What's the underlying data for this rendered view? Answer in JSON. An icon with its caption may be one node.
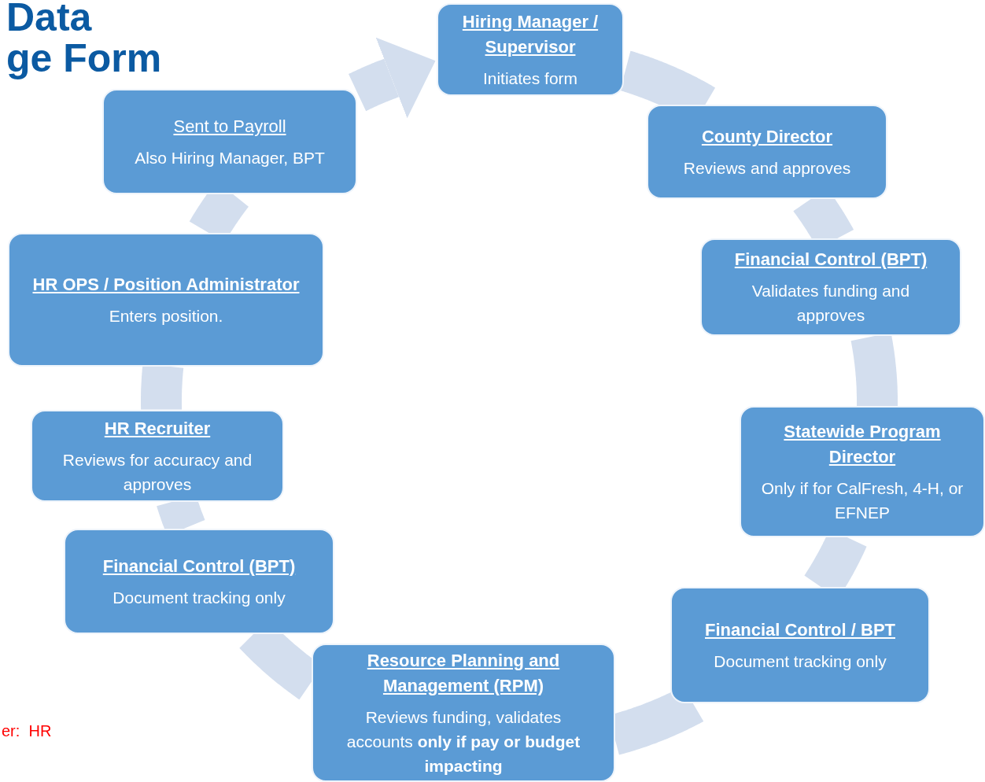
{
  "diagram": {
    "title": "Data ge Form",
    "nodes": [
      {
        "text": [
          "Hiring Manager / Supervisor",
          "Initiates form"
        ]
      },
      {
        "text": [
          "Sent to Payroll",
          "Also Hiring Manager, BPT"
        ]
      },
      {
        "text": [
          "County Director",
          "Reviews and approves"
        ]
      },
      {
        "text": [
          "HR OPS / Position Administrator",
          "Enters position."
        ]
      },
      {
        "text": [
          "Financial Control (BPT)",
          "Validates funding and approves"
        ]
      },
      {
        "text": [
          "HR Recruiter",
          "Reviews for accuracy and approves"
        ]
      },
      {
        "text": [
          "Statewide Program Director",
          "Only if for CalFresh, 4-H, or EFNEP"
        ]
      },
      {
        "text": [
          "Financial Control (BPT)",
          "Document tracking only"
        ]
      },
      {
        "text": [
          "Financial Control / BPT",
          "Document tracking only"
        ]
      },
      {
        "text": [
          "Resource Planning and Management (RPM)",
          "Reviews funding, validates accounts **only if pay or budget impacting**"
        ]
      }
    ],
    "edges": [
      {
        "from": 0,
        "to": 2,
        "arrow": "none"
      },
      {
        "from": 2,
        "to": 4,
        "arrow": "none"
      },
      {
        "from": 4,
        "to": 6,
        "arrow": "none"
      },
      {
        "from": 6,
        "to": 8,
        "arrow": "none"
      },
      {
        "from": 8,
        "to": 9,
        "arrow": "none"
      },
      {
        "from": 9,
        "to": 7,
        "arrow": "none"
      },
      {
        "from": 7,
        "to": 5,
        "arrow": "none"
      },
      {
        "from": 5,
        "to": 3,
        "arrow": "none"
      },
      {
        "from": 3,
        "to": 1,
        "arrow": "none"
      },
      {
        "from": 1,
        "to": 0,
        "arrow": "to"
      }
    ],
    "labels": [
      "er:  HR"
    ]
  }
}
